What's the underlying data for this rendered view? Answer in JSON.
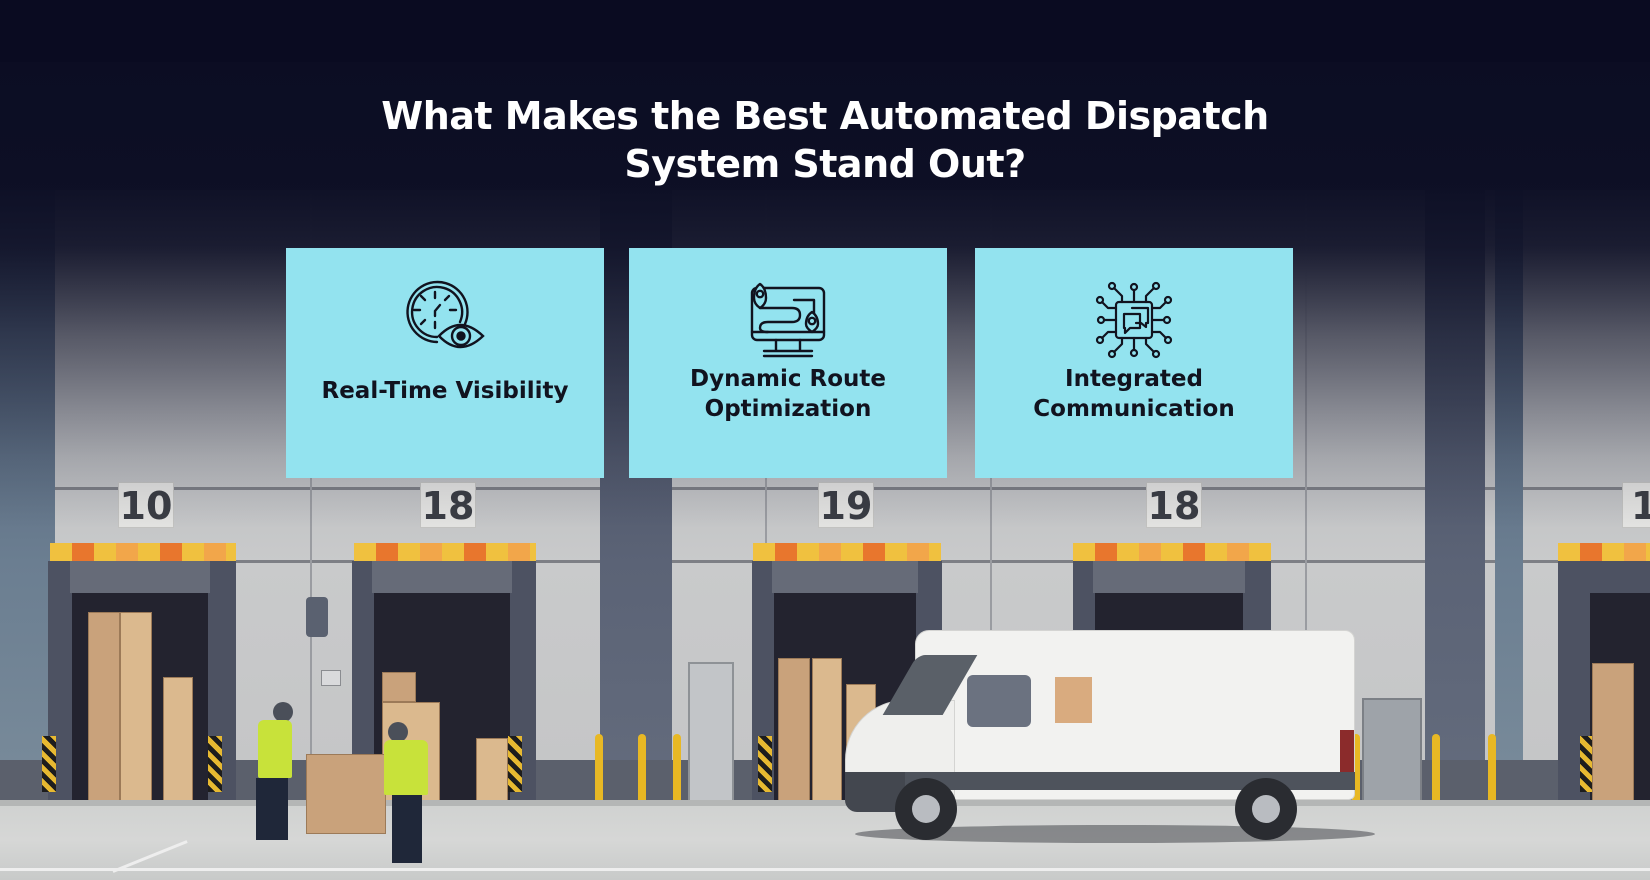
{
  "title": {
    "line1": "What Makes the Best Automated Dispatch",
    "line2": "System Stand Out?"
  },
  "cards": [
    {
      "icon": "clock-eye-icon",
      "label_lines": [
        "Real-Time Visibility"
      ]
    },
    {
      "icon": "monitor-route-icon",
      "label_lines": [
        "Dynamic Route",
        "Optimization"
      ]
    },
    {
      "icon": "chip-chat-icon",
      "label_lines": [
        "Integrated",
        "Communication"
      ]
    }
  ],
  "background": {
    "scene": "warehouse loading docks with workers and white delivery van",
    "dock_numbers": [
      "10",
      "18",
      "19",
      "18",
      "1"
    ]
  },
  "colors": {
    "card_bg": "#93e3ef",
    "card_text": "#11131f",
    "title_text": "#ffffff",
    "overlay_dark": "#0b0c22"
  }
}
